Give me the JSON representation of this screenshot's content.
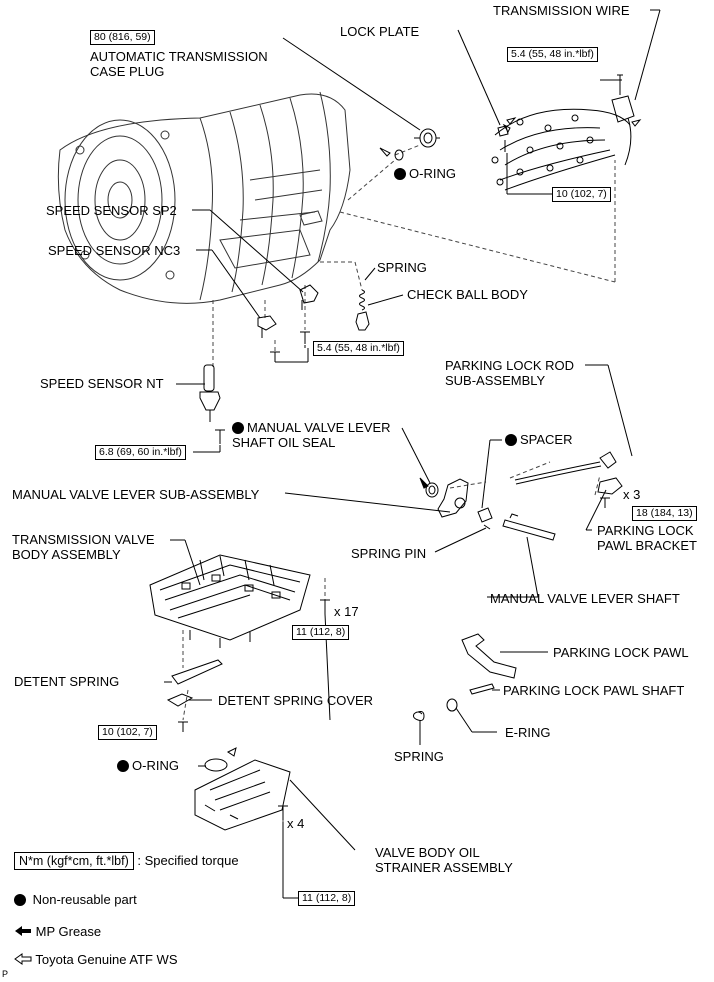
{
  "labels": {
    "at_case_plug": "AUTOMATIC TRANSMISSION\nCASE PLUG",
    "lock_plate": "LOCK PLATE",
    "transmission_wire": "TRANSMISSION WIRE",
    "o_ring_top": "O-RING",
    "speed_sensor_sp2": "SPEED SENSOR SP2",
    "speed_sensor_nc3": "SPEED SENSOR NC3",
    "spring_top": "SPRING",
    "check_ball_body": "CHECK BALL BODY",
    "parking_lock_rod": "PARKING LOCK ROD\nSUB-ASSEMBLY",
    "speed_sensor_nt": "SPEED SENSOR NT",
    "manual_valve_lever_seal": "MANUAL VALVE LEVER\nSHAFT OIL SEAL",
    "spacer": "SPACER",
    "manual_valve_lever_sub": "MANUAL VALVE LEVER SUB-ASSEMBLY",
    "parking_lock_pawl_bracket": "PARKING LOCK\nPAWL BRACKET",
    "transmission_valve_body": "TRANSMISSION VALVE\nBODY ASSEMBLY",
    "spring_pin": "SPRING PIN",
    "manual_valve_lever_shaft": "MANUAL VALVE LEVER SHAFT",
    "parking_lock_pawl": "PARKING LOCK PAWL",
    "detent_spring": "DETENT SPRING",
    "parking_lock_pawl_shaft": "PARKING LOCK PAWL SHAFT",
    "detent_spring_cover": "DETENT SPRING COVER",
    "e_ring": "E-RING",
    "spring_bottom": "SPRING",
    "o_ring_bottom": "O-RING",
    "valve_body_oil_strainer": "VALVE BODY OIL\nSTRAINER ASSEMBLY"
  },
  "torques": {
    "case_plug": "80 (816, 59)",
    "wire_top": "5.4 (55, 48 in.*lbf)",
    "lock_plate_bolt": "10 (102, 7)",
    "speed_sensor": "5.4 (55, 48 in.*lbf)",
    "speed_sensor_nt": "6.8 (69, 60 in.*lbf)",
    "bracket": "18 (184, 13)",
    "valve_body": "11 (112, 8)",
    "detent": "10 (102, 7)",
    "strainer": "11 (112, 8)"
  },
  "counts": {
    "bracket": "x 3",
    "valve_body": "x 17",
    "strainer": "x 4"
  },
  "legend": {
    "torque_box": "N*m (kgf*cm, ft.*lbf)",
    "torque_text": ": Specified torque",
    "non_reusable": "Non-reusable part",
    "mp_grease": "MP Grease",
    "atf": "Toyota Genuine ATF WS"
  },
  "corner_mark": "P"
}
